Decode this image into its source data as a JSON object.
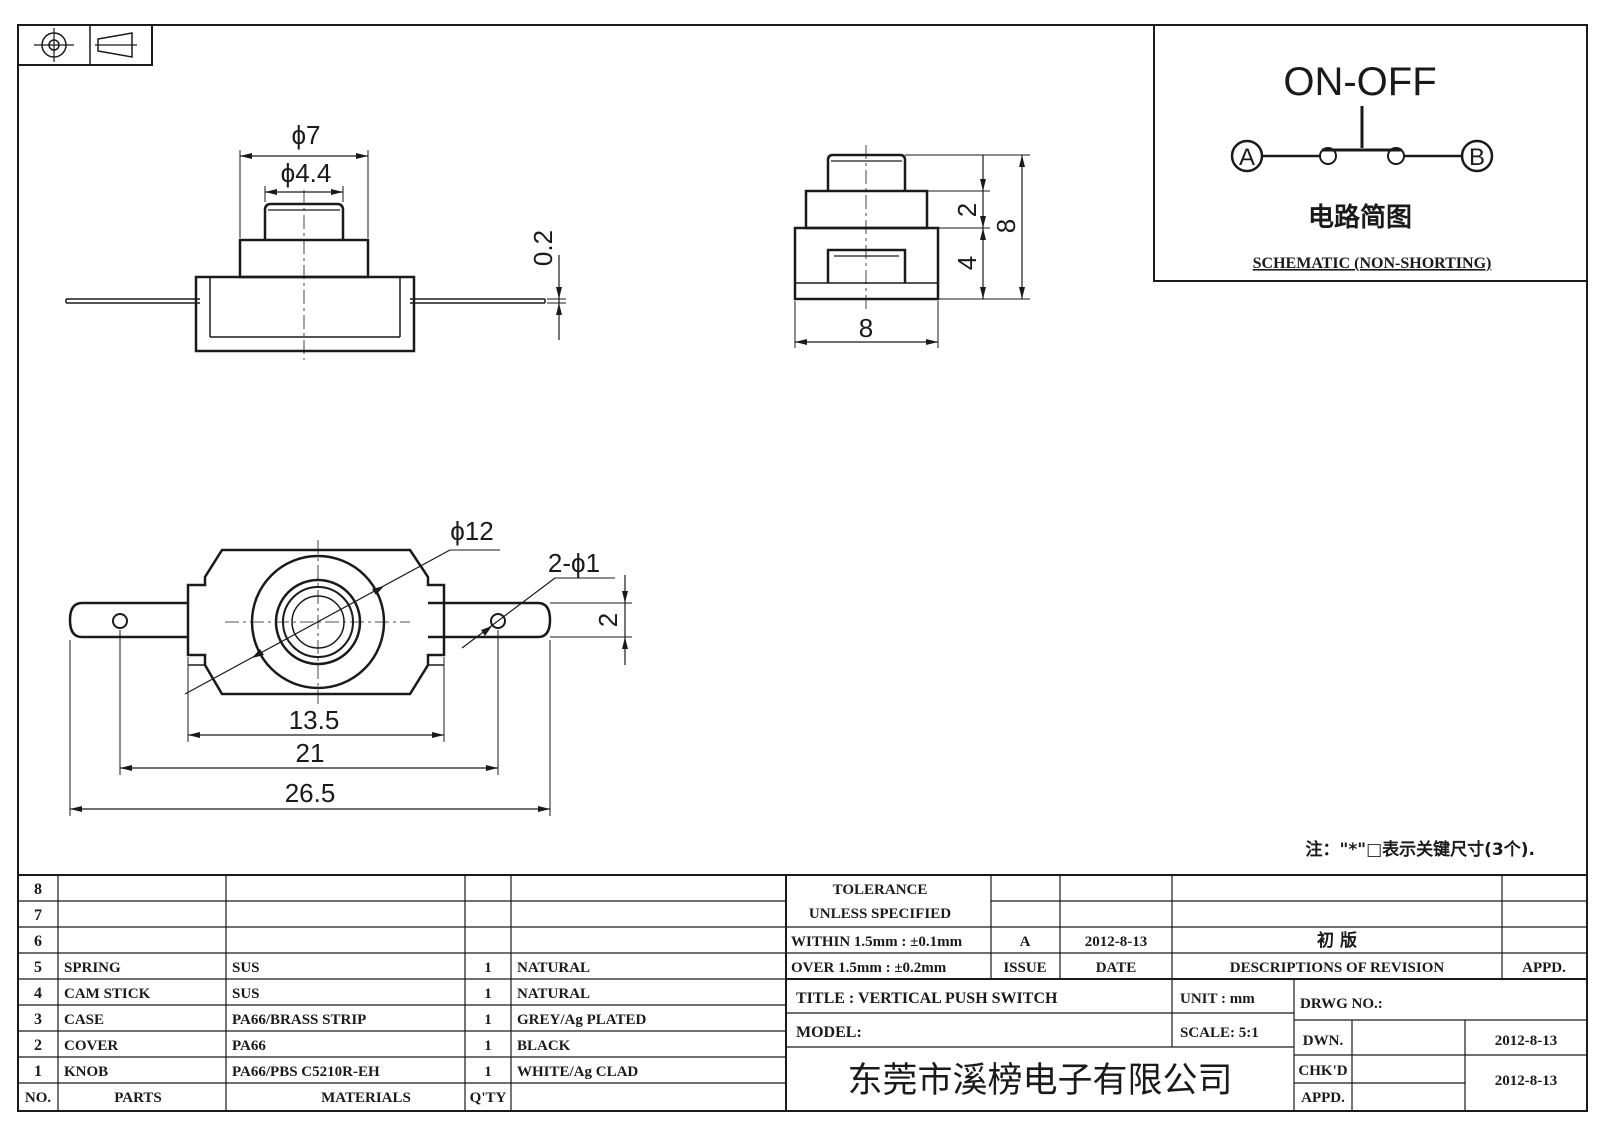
{
  "schematic": {
    "title": "ON-OFF",
    "terminal_a": "A",
    "terminal_b": "B",
    "chinese_caption": "电路简图",
    "caption": "SCHEMATIC (NON-SHORTING)"
  },
  "dimensions": {
    "top_outer_dia": "ϕ7",
    "top_inner_dia": "ϕ4.4",
    "lead_thickness": "0.2",
    "side_top": "2",
    "side_bottom": "4",
    "side_total": "8",
    "side_width": "8",
    "bottom_dia": "ϕ12",
    "hole_dia": "2-ϕ1",
    "tab_height": "2",
    "width_body": "13.5",
    "width_holes": "21",
    "width_total": "26.5"
  },
  "note": "注：\"*\"□表示关键尺寸(3个).",
  "bom": {
    "headers": {
      "no": "NO.",
      "parts": "PARTS",
      "materials": "MATERIALS",
      "qty": "Q'TY"
    },
    "rows": [
      {
        "no": "8",
        "part": "",
        "material": "",
        "qty": "",
        "finish": ""
      },
      {
        "no": "7",
        "part": "",
        "material": "",
        "qty": "",
        "finish": ""
      },
      {
        "no": "6",
        "part": "",
        "material": "",
        "qty": "",
        "finish": ""
      },
      {
        "no": "5",
        "part": "SPRING",
        "material": "SUS",
        "qty": "1",
        "finish": "NATURAL"
      },
      {
        "no": "4",
        "part": "CAM STICK",
        "material": "SUS",
        "qty": "1",
        "finish": "NATURAL"
      },
      {
        "no": "3",
        "part": "CASE",
        "material": "PA66/BRASS STRIP",
        "qty": "1",
        "finish": "GREY/Ag PLATED"
      },
      {
        "no": "2",
        "part": "COVER",
        "material": "PA66",
        "qty": "1",
        "finish": "BLACK"
      },
      {
        "no": "1",
        "part": "KNOB",
        "material": "PA66/PBS C5210R-EH",
        "qty": "1",
        "finish": "WHITE/Ag CLAD"
      }
    ]
  },
  "tolerance": {
    "line1": "TOLERANCE",
    "line2": "UNLESS  SPECIFIED",
    "line3": "WITHIN 1.5mm : ±0.1mm",
    "line4": "OVER 1.5mm : ±0.2mm"
  },
  "revision": {
    "issue": "A",
    "date": "2012-8-13",
    "description": "初  版",
    "issue_label": "ISSUE",
    "date_label": "DATE",
    "desc_label": "DESCRIPTIONS OF REVISION",
    "appd_label": "APPD."
  },
  "title_block": {
    "title": "TITLE :  VERTICAL PUSH SWITCH",
    "unit": "UNIT :  mm",
    "drwg_no": "DRWG NO.:",
    "model": "MODEL:",
    "scale": "SCALE:  5:1",
    "dwn": "DWN.",
    "dwn_date": "2012-8-13",
    "chkd": "CHK'D",
    "appd": "APPD.",
    "chk_date": "2012-8-13",
    "company": "东莞市溪榜电子有限公司"
  }
}
